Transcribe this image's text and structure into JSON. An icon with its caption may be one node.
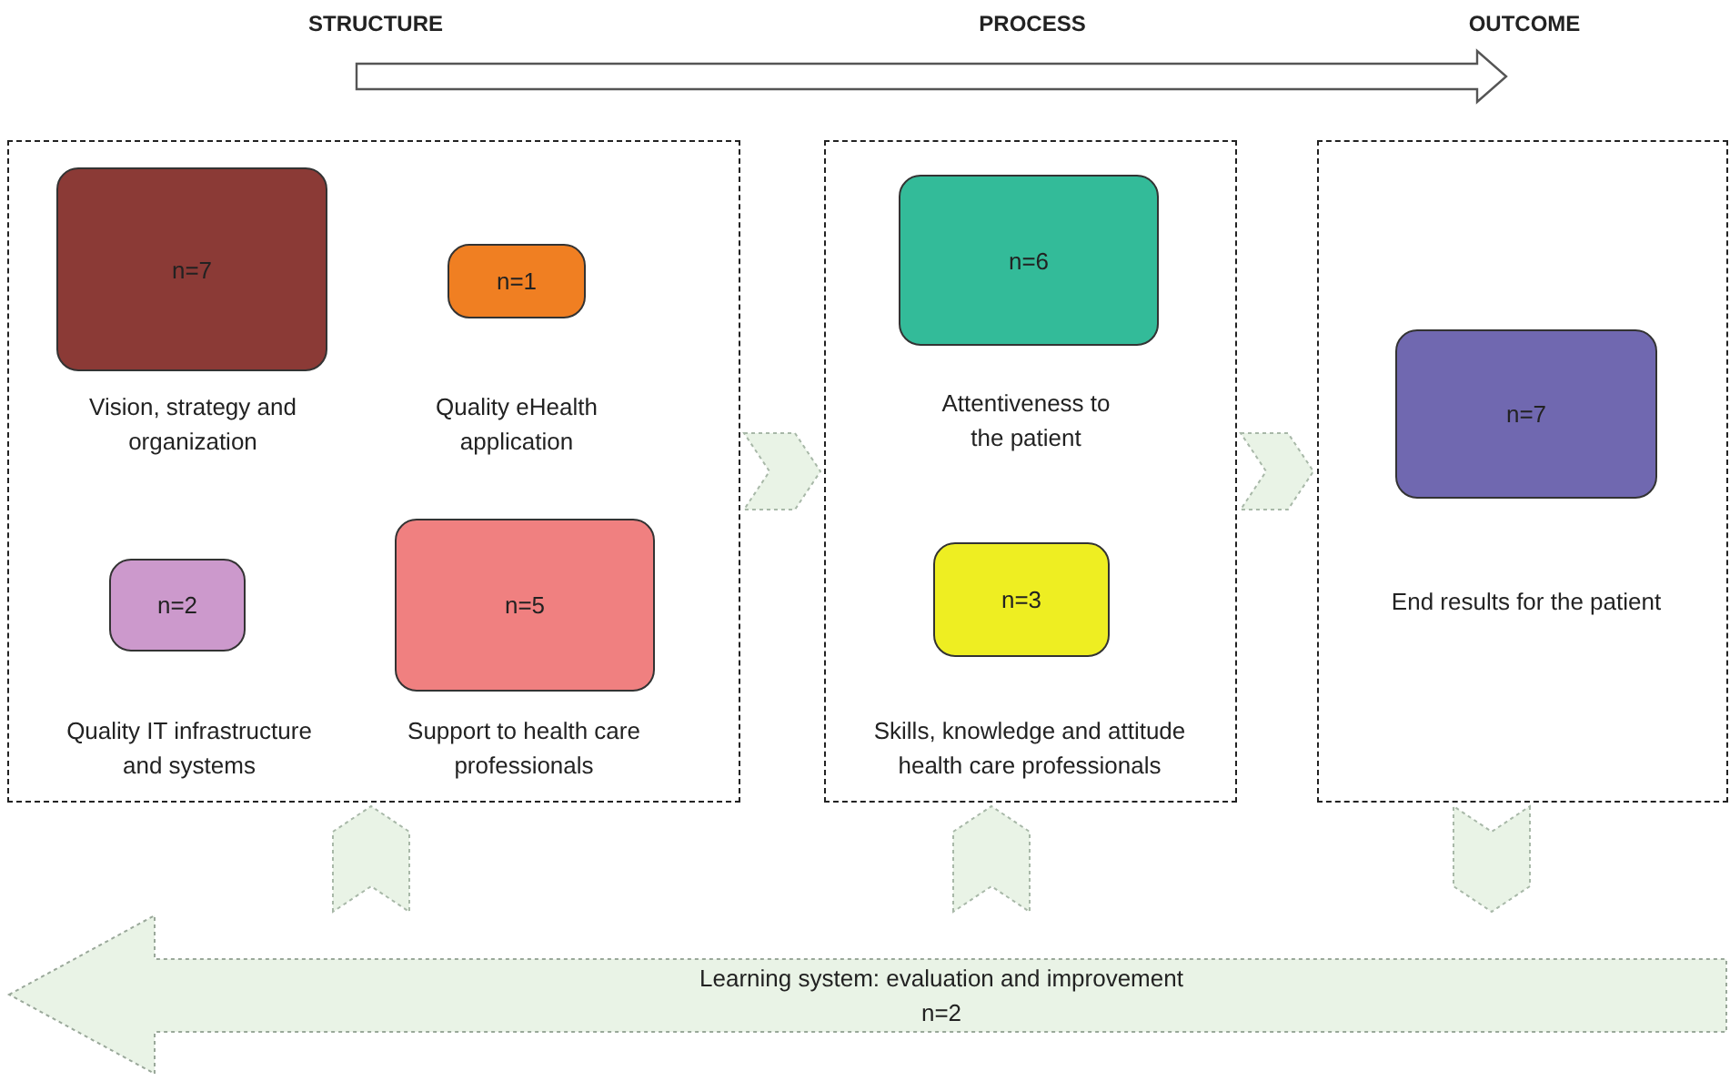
{
  "diagram": {
    "nodes": [
      {
        "text": [
          "STRUCTURE"
        ]
      },
      {
        "text": [
          "n=7"
        ],
        "in": 0,
        "beside": [
          "Vision, strategy and organization"
        ]
      },
      {
        "text": [
          "n=1"
        ],
        "in": 0,
        "beside": [
          "Quality eHealth application"
        ]
      },
      {
        "text": [
          "n=2"
        ],
        "in": 0,
        "beside": [
          "Quality IT infrastructure and systems"
        ]
      },
      {
        "text": [
          "n=5"
        ],
        "in": 0,
        "beside": [
          "Support to health care professionals"
        ]
      },
      {
        "text": [
          "PROCESS"
        ]
      },
      {
        "text": [
          "n=6"
        ],
        "in": 5,
        "beside": [
          "Attentiveness to the patient"
        ]
      },
      {
        "text": [
          "n=3"
        ],
        "in": 5,
        "beside": [
          "Skills, knowledge and attitude health care professionals"
        ]
      },
      {
        "text": [
          "OUTCOME"
        ]
      },
      {
        "text": [
          "n=7"
        ],
        "in": 8,
        "beside": [
          "End results for the patient"
        ]
      },
      {
        "text": [
          "Learning system: evaluation and improvement",
          "n=2"
        ]
      }
    ],
    "edges": [
      {
        "from": 0,
        "to": 5,
        "arrow": "to"
      },
      {
        "from": 5,
        "to": 8,
        "arrow": "to"
      },
      {
        "from": 8,
        "to": 10,
        "arrow": "to"
      },
      {
        "from": 10,
        "to": 0,
        "arrow": "to"
      },
      {
        "from": 10,
        "to": 5,
        "arrow": "to"
      }
    ]
  }
}
